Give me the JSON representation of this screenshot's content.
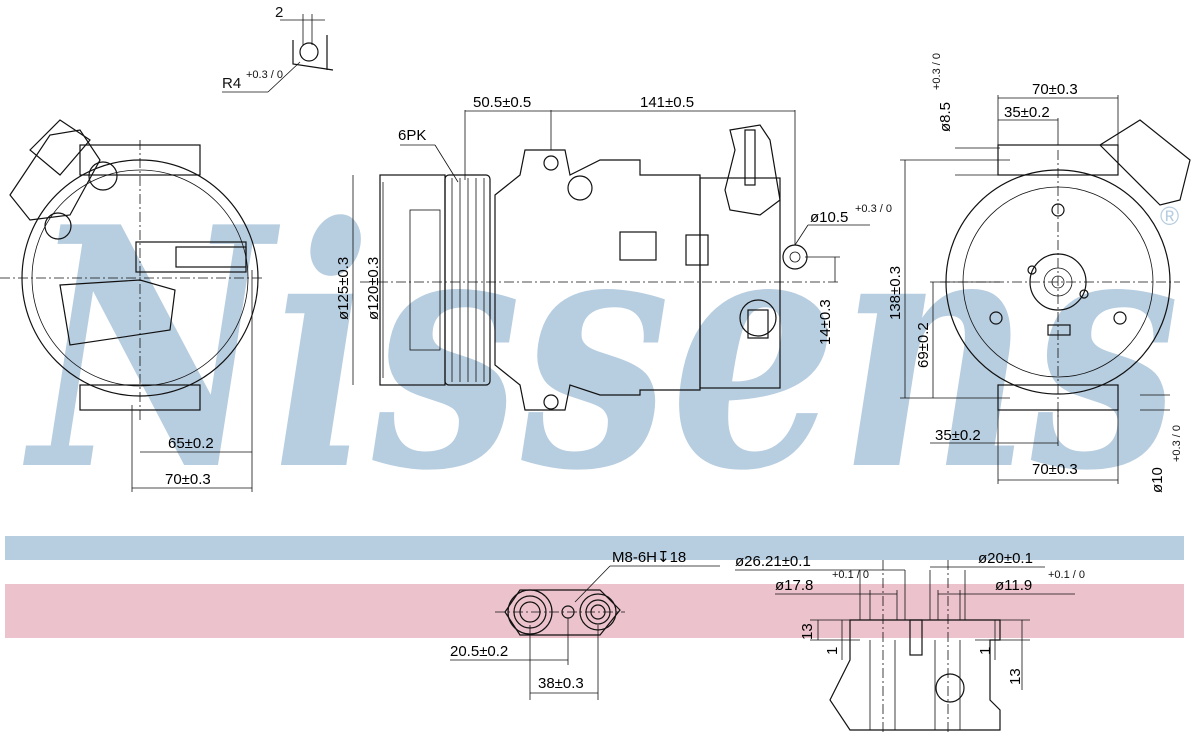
{
  "brand": {
    "watermark": "Nissens",
    "registered_mark": "®",
    "colors": {
      "watermark": "#b7cde0",
      "blue_band": "#b7cde0",
      "red_band": "#ecc2cc",
      "line": "#111111"
    }
  },
  "labels": {
    "d_2": "2",
    "r4": "R4",
    "r4_tol": "+0.3 / 0",
    "pk": "6PK",
    "d_50_5": "50.5±0.5",
    "d_141": "141±0.5",
    "d_125": "ø125±0.3",
    "d_120": "ø120±0.3",
    "d_10_5": "ø10.5",
    "d_10_5_tol": "+0.3 / 0",
    "d_14": "14±0.3",
    "d_65": "65±0.2",
    "d_70_left": "70±0.3",
    "d_8_5": "ø8.5",
    "d_8_5_tol": "+0.3 / 0",
    "d_70_top": "70±0.3",
    "d_35_top": "35±0.2",
    "d_138": "138±0.3",
    "d_69": "69±0.2",
    "d_35_bottom": "35±0.2",
    "d_70_bottom": "70±0.3",
    "d_10": "ø10",
    "d_10_tol": "+0.3 / 0",
    "thread": "M8-6H↧18",
    "d_20_5": "20.5±0.2",
    "d_38": "38±0.3",
    "d_26_21": "ø26.21±0.1",
    "d_17_8": "ø17.8",
    "d_17_8_tol": "+0.1 / 0",
    "d_20": "ø20±0.1",
    "d_11_9": "ø11.9",
    "d_11_9_tol": "+0.1 / 0",
    "d_13_left": "13",
    "d_1_left": "1",
    "d_1_right": "1",
    "d_13_right": "13"
  }
}
